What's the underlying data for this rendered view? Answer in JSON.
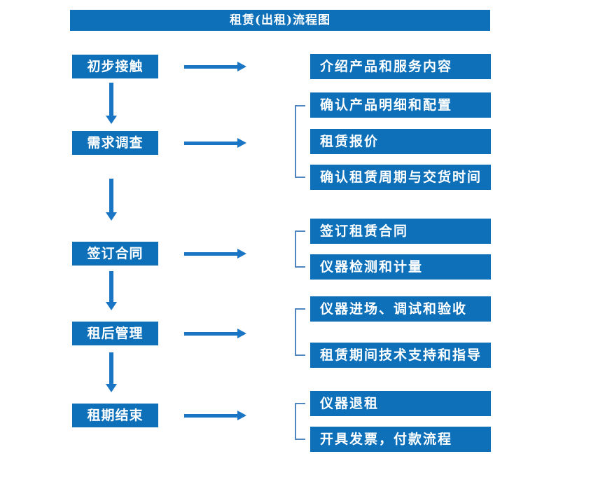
{
  "title": "租赁(出租)流程图",
  "colors": {
    "box_blue": "#0d70b9",
    "arrow_blue": "#1a76c4",
    "bracket_blue": "#4f86c0",
    "text_white": "#ffffff",
    "background": "#ffffff"
  },
  "icons": {
    "right_arrow": "→",
    "down_arrow": "↓",
    "group_bracket": "["
  },
  "steps": [
    {
      "label": "初步接触",
      "details": [
        "介绍产品和服务内容"
      ]
    },
    {
      "label": "需求调查",
      "details": [
        "确认产品明细和配置",
        "租赁报价",
        "确认租赁周期与交货时间"
      ]
    },
    {
      "label": "签订合同",
      "details": [
        "签订租赁合同",
        "仪器检测和计量"
      ]
    },
    {
      "label": "租后管理",
      "details": [
        "仪器进场、调试和验收",
        "租赁期间技术支持和指导"
      ]
    },
    {
      "label": "租期结束",
      "details": [
        "仪器退租",
        "开具发票，付款流程"
      ]
    }
  ]
}
